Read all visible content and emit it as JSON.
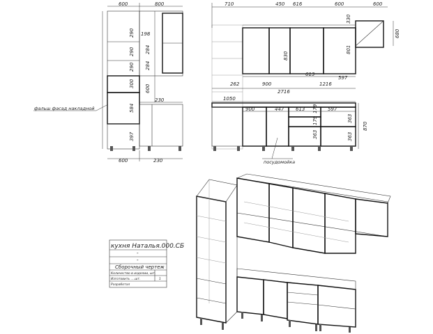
{
  "title_block": {
    "name": "кухня Наталья.000.СБ",
    "dash1": "-",
    "dash2": "-",
    "doc_type": "Сборочный чертеж",
    "row1": "Количество в изделии, шт.",
    "row2": "Изготовить ....шт.",
    "row2_num": "1",
    "row3": "Разработал"
  },
  "callouts": {
    "false_facade": "фальш фасад накладной",
    "dishwasher": "посудомойка"
  },
  "left_view": {
    "top_widths": [
      "600",
      "800"
    ],
    "heights": [
      "290",
      "290",
      "290",
      "300",
      "584",
      "397"
    ],
    "right_heights": [
      "198",
      "284",
      "284",
      "600"
    ],
    "side_230": "230",
    "bottom_widths": [
      "600",
      "230"
    ]
  },
  "front_view": {
    "top_widths": [
      "710",
      "450",
      "616",
      "600",
      "600"
    ],
    "corner_height": "680",
    "right_height_330": "330",
    "cabinet_heights": [
      "830",
      "801"
    ],
    "small_213": "613",
    "small_597": "597",
    "left_262": "262",
    "widths_900_1216": [
      "900",
      "1216"
    ],
    "total": "2716",
    "lower_offset": "1050",
    "lower_widths": [
      "900",
      "447",
      "613",
      "179",
      "597"
    ],
    "lower_heights_left": [
      "179",
      "363"
    ],
    "lower_heights_right": [
      "363",
      "363"
    ],
    "total_height": "870"
  },
  "colors": {
    "line": "#111111",
    "faint": "#999999"
  }
}
